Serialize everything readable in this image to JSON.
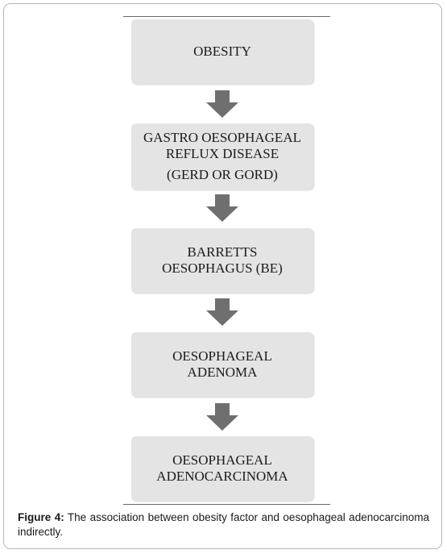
{
  "diagram": {
    "boxes": [
      {
        "lines": [
          "OBESITY"
        ]
      },
      {
        "lines": [
          "GASTRO OESOPHAGEAL",
          "REFLUX DISEASE",
          "(GERD OR GORD)"
        ]
      },
      {
        "lines": [
          "BARRETTS",
          "OESOPHAGUS (BE)"
        ]
      },
      {
        "lines": [
          "OESOPHAGEAL",
          "ADENOMA"
        ]
      },
      {
        "lines": [
          "OESOPHAGEAL",
          "ADENOCARCINOMA"
        ]
      }
    ],
    "box_color": "#e4e4e4",
    "arrow_color": "#6f6f6f"
  },
  "caption": {
    "label": "Figure 4:",
    "text": "The association between obesity factor and oesophageal adenocarcinoma indirectly."
  }
}
